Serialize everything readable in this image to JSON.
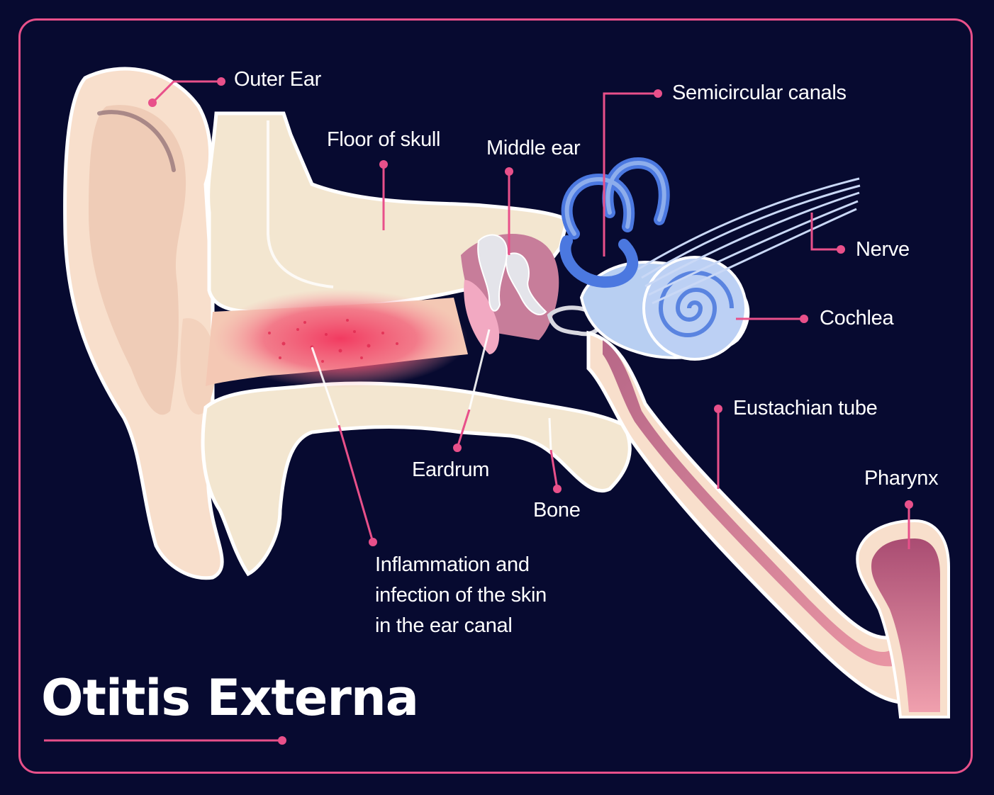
{
  "title": "Otitis Externa",
  "labels": {
    "outer_ear": "Outer Ear",
    "floor_of_skull": "Floor of skull",
    "middle_ear": "Middle ear",
    "semicircular_canals": "Semicircular canals",
    "nerve": "Nerve",
    "cochlea": "Cochlea",
    "eustachian_tube": "Eustachian tube",
    "pharynx": "Pharynx",
    "eardrum": "Eardrum",
    "bone": "Bone",
    "inflammation": [
      "Inflammation and",
      "infection of the skin",
      "in the ear canal"
    ]
  },
  "colors": {
    "background": "#070a30",
    "accent": "#e8508a",
    "skin": "#f9e1cf",
    "bone": "#f3e6d0",
    "inflammation": "#ef4466",
    "inner_ear": "#8fb4ef"
  }
}
